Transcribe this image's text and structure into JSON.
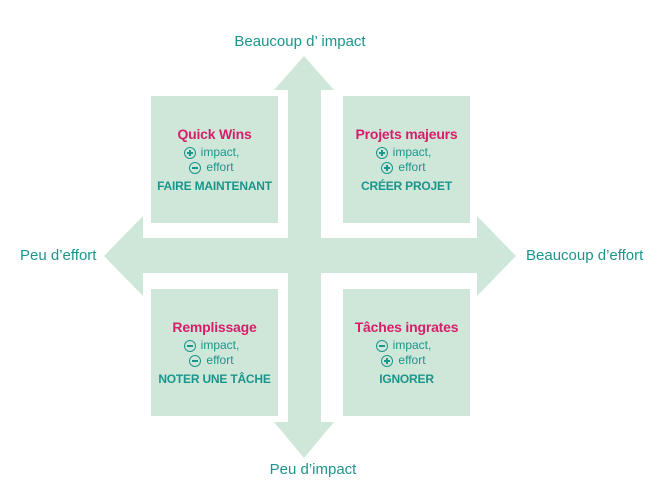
{
  "axes": {
    "top": "Beaucoup d’ impact",
    "bottom": "Peu d’impact",
    "left": "Peu d’effort",
    "right": "Beaucoup d’effort"
  },
  "quadrants": {
    "top_left": {
      "title": "Quick Wins",
      "impact_sign": "plus",
      "impact_label": "impact,",
      "effort_sign": "minus",
      "effort_label": "effort",
      "action": "FAIRE MAINTENANT"
    },
    "top_right": {
      "title": "Projets majeurs",
      "impact_sign": "plus",
      "impact_label": "impact,",
      "effort_sign": "plus",
      "effort_label": "effort",
      "action": "CRÉER PROJET"
    },
    "bottom_left": {
      "title": "Remplissage",
      "impact_sign": "minus",
      "impact_label": "impact,",
      "effort_sign": "minus",
      "effort_label": "effort",
      "action": "NOTER UNE TÂCHE"
    },
    "bottom_right": {
      "title": "Tâches ingrates",
      "impact_sign": "minus",
      "impact_label": "impact,",
      "effort_sign": "plus",
      "effort_label": "effort",
      "action": "IGNORER"
    }
  },
  "colors": {
    "arrow_fill": "#cfe7d9",
    "quadrant_fill": "#cfe7d9",
    "title_color": "#d61e6a",
    "text_color": "#1b958c",
    "background": "#ffffff"
  }
}
